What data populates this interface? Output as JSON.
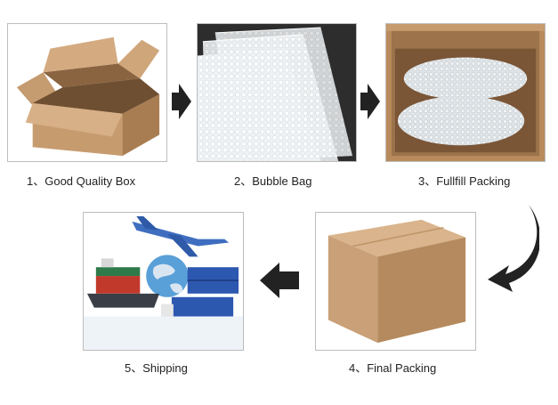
{
  "steps": [
    {
      "label": "1、Good Quality Box"
    },
    {
      "label": "2、Bubble Bag"
    },
    {
      "label": "3、Fullfill Packing"
    },
    {
      "label": "4、Final Packing"
    },
    {
      "label": "5、Shipping"
    }
  ],
  "icons": {
    "arrow_right": "arrow-right-icon",
    "arrow_curve": "curved-arrow-down-icon",
    "arrow_left": "arrow-left-icon"
  },
  "colors": {
    "cardboard": "#c9a27a",
    "cardboard_dark": "#a57b52",
    "arrow": "#222222",
    "border": "#bdbdbd"
  }
}
